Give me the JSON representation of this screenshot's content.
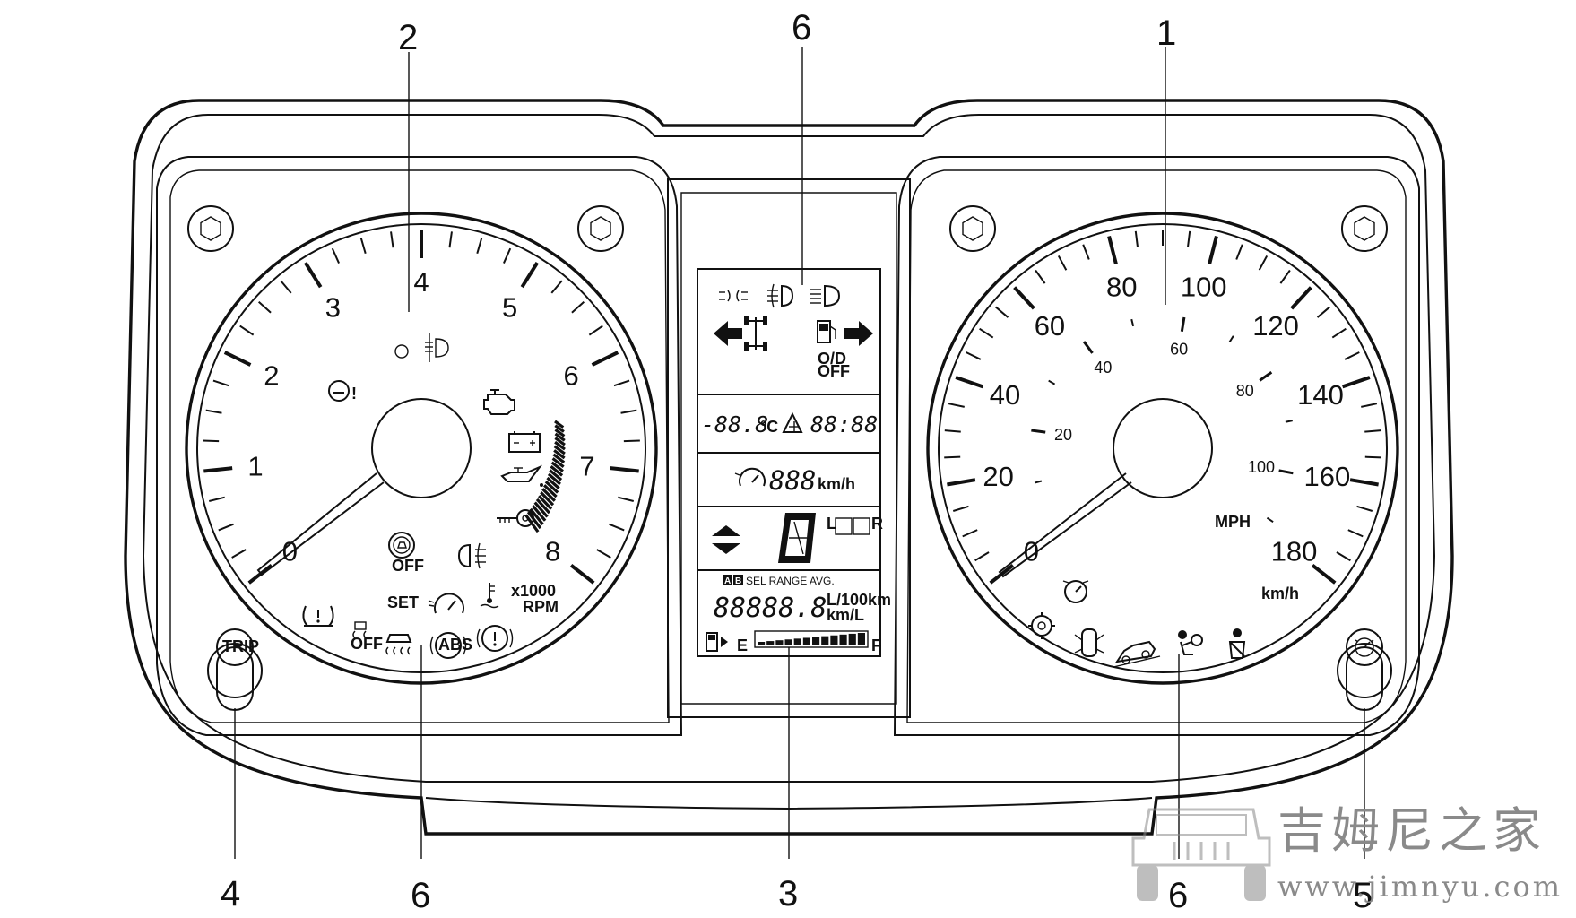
{
  "callouts": {
    "top_left": "2",
    "top_center": "6",
    "top_right": "1",
    "bottom_1": "4",
    "bottom_2": "6",
    "bottom_3": "3",
    "bottom_4": "6",
    "bottom_5": "5"
  },
  "tachometer": {
    "numbers": [
      "0",
      "1",
      "2",
      "3",
      "4",
      "5",
      "6",
      "7",
      "8"
    ],
    "unit_line1": "x1000",
    "unit_line2": "RPM",
    "set_label": "SET",
    "off_label_esp": "OFF",
    "off_label_hill": "OFF",
    "abs_label": "ABS"
  },
  "speedometer": {
    "kmh_numbers": [
      "0",
      "20",
      "40",
      "60",
      "80",
      "100",
      "120",
      "140",
      "160",
      "180"
    ],
    "mph_numbers": [
      "20",
      "40",
      "60",
      "80",
      "100"
    ],
    "unit_kmh": "km/h",
    "unit_mph": "MPH"
  },
  "display": {
    "od_label_1": "O/D",
    "od_label_2": "OFF",
    "temp_digits": "-88.8",
    "temp_unit": "°C",
    "clock_digits": "88:88",
    "cruise_digits": "888",
    "cruise_unit": "km/h",
    "gear_l": "L",
    "gear_r": "R",
    "info_a": "A",
    "info_b": "B",
    "info_tags": "SEL RANGE AVG.",
    "odo_digits": "88888.8",
    "unit_l100": "L/100km",
    "unit_kml": "km/L",
    "fuel_e": "E",
    "fuel_f": "F"
  },
  "buttons": {
    "trip_label": "TRIP"
  },
  "watermark": {
    "chinese": "吉姆尼之家",
    "url": "www.jimnyu.com"
  },
  "colors": {
    "line": "#111111",
    "watermark": "#8a8a8a",
    "background": "#ffffff"
  }
}
